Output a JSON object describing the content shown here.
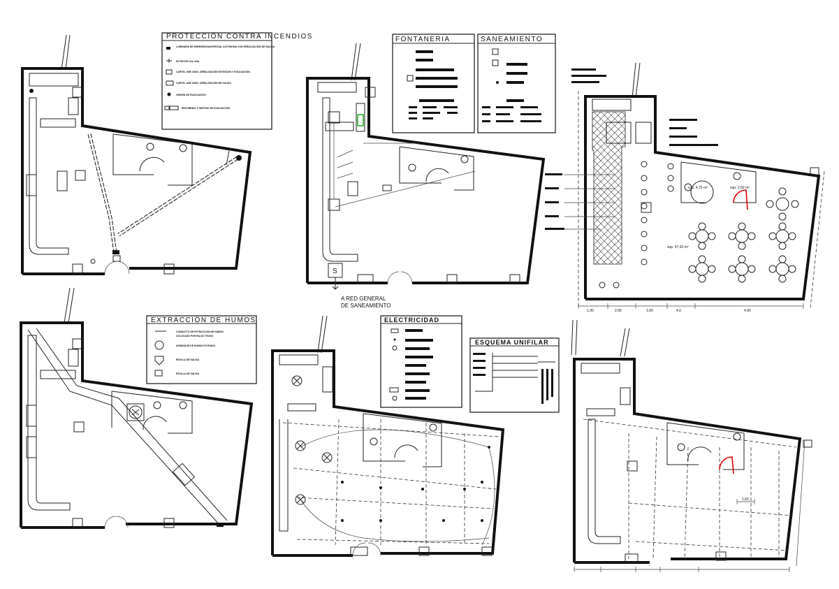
{
  "plans": {
    "fire": {
      "legend_title": "PROTECCIÓN CONTRA INCENDIOS",
      "legend_items": [
        "LUMINARIA DE EMERGENCIA/ESPECIAL AUTÓNOMA CON SEÑALIZACIÓN DE SALIDA",
        "EXTINTOR 21A-113b",
        "CARTEL UNE 23034 -SEÑALIZACIÓN EXTINCIÓN Y EVACUACIÓN-",
        "CARTEL UNE 23034 -SEÑALIZACIÓN DE SALIDA",
        "ORIGEN DE EVACUACIÓN",
        "RECORRIDO Y SENTIDO DE EVACUACIÓN"
      ]
    },
    "plumbing": {
      "legend_title_a": "FONTANERIA",
      "legend_title_b": "SANEAMIENTO",
      "drain_symbol": "S",
      "note_line1": "A RED GENERAL",
      "note_line2": "DE SANEAMIENTO"
    },
    "layout": {
      "area_main": "sup. 67,60 m²",
      "area_wc1": "sup. 4,75 m²",
      "area_wc2": "sup. 2,60 m²",
      "dims": [
        "1,90",
        "2,90",
        "1,60",
        "4,0",
        "4,90"
      ]
    },
    "smoke": {
      "legend_title": "EXTRACCIÓN DE HUMOS",
      "legend_items": [
        "CONDUCTO DE EXTRACCIÓN DE HUMOS",
        "COLOCADO POR FALSO TECHO",
        "APARADOR DE HUMOS FILTRADO",
        "REJILLA DE SALIDA",
        "REJILLA DE SALIDA"
      ]
    },
    "electric": {
      "legend_title": "ELECTRICIDAD",
      "diagram_title": "ESQUEMA UNIFILAR"
    },
    "ceiling": {
      "dim_label": "1,60"
    }
  },
  "colors": {
    "line": "#111111",
    "highlight_green": "#22aa22",
    "door_red": "#dd0000"
  }
}
